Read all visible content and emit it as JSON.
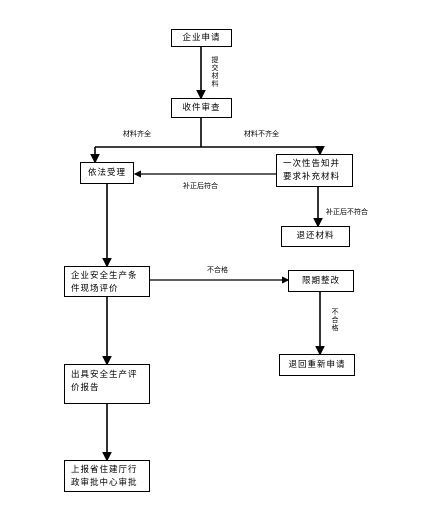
{
  "nodes": {
    "apply": "企业申请",
    "review": "收件审查",
    "accept": "依法受理",
    "notify": "一次性告知并要求补充材料",
    "return_materials": "退还材料",
    "evaluate": "企业安全生产条件现场评价",
    "rectify": "限期整改",
    "reapply": "退回重新申请",
    "report": "出具安全生产评价报告",
    "submit": "上报省住建厅行政审批中心审批"
  },
  "edges": {
    "submit_materials": "提交材料",
    "complete": "材料齐全",
    "incomplete": "材料不齐全",
    "fixed_ok": "补正后符合",
    "fixed_not_ok": "补正后不符合",
    "not_qualified_1": "不合格",
    "not_qualified_2": "不合格"
  }
}
